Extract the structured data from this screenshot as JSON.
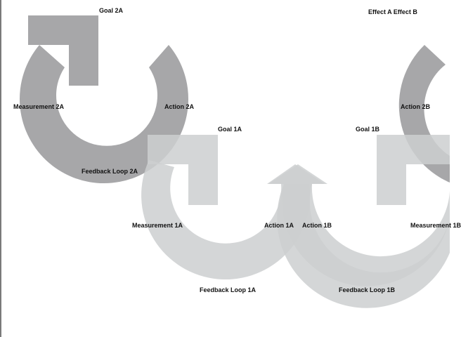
{
  "colors": {
    "dark_loop": "#a7a7a9",
    "light_loop": "#cdcfd0",
    "text": "#111111"
  },
  "header": {
    "effects": "Effect A Effect B"
  },
  "loop_2a": {
    "goal": "Goal 2A",
    "measurement": "Measurement 2A",
    "action": "Action 2A",
    "feedback": "Feedback Loop 2A"
  },
  "loop_2b": {
    "action": "Action 2B"
  },
  "loop_1a": {
    "goal": "Goal 1A",
    "measurement": "Measurement 1A",
    "action": "Action 1A",
    "feedback": "Feedback Loop 1A"
  },
  "loop_1b": {
    "goal": "Goal 1B",
    "action": "Action 1B",
    "measurement": "Measurement 1B",
    "feedback": "Feedback Loop 1B"
  }
}
